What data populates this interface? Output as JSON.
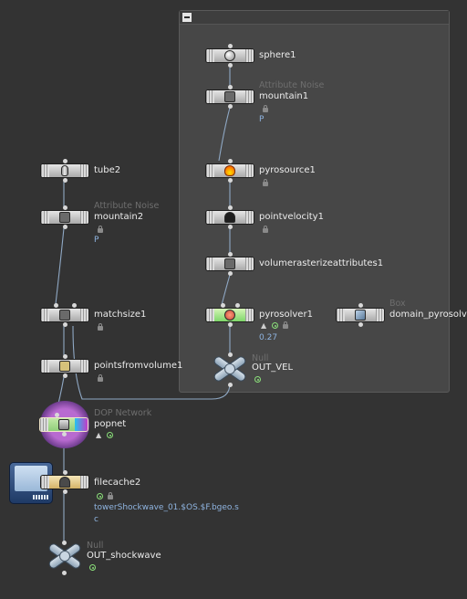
{
  "network_box": {
    "collapse_icon": "minus-icon",
    "nodes": [
      {
        "id": "sphere1",
        "name": "sphere1",
        "type": "",
        "icon": "sphere-icon"
      },
      {
        "id": "mountain1",
        "name": "mountain1",
        "type": "Attribute Noise",
        "extra": "P",
        "icon": "grid-icon"
      },
      {
        "id": "pyrosource1",
        "name": "pyrosource1",
        "type": "",
        "icon": "fire-icon"
      },
      {
        "id": "pointvelocity1",
        "name": "pointvelocity1",
        "type": "",
        "icon": "gauge-icon"
      },
      {
        "id": "volumerasterizeattributes1",
        "name": "volumerasterizeattributes1",
        "type": "",
        "icon": "gear-icon"
      },
      {
        "id": "pyrosolver1",
        "name": "pyrosolver1",
        "type": "",
        "extra": "0.27",
        "icon": "solver-icon"
      },
      {
        "id": "domain_pyrosolver",
        "name": "domain_pyrosolv",
        "type": "Box",
        "icon": "cube-icon"
      },
      {
        "id": "out_vel",
        "name": "OUT_VEL",
        "type": "Null",
        "icon": "null-icon"
      }
    ]
  },
  "main_nodes": [
    {
      "id": "tube2",
      "name": "tube2",
      "type": "",
      "icon": "tube-icon"
    },
    {
      "id": "mountain2",
      "name": "mountain2",
      "type": "Attribute Noise",
      "extra": "P",
      "icon": "grid-icon"
    },
    {
      "id": "matchsize1",
      "name": "matchsize1",
      "type": "",
      "icon": "matchsize-icon"
    },
    {
      "id": "pointsfromvolume1",
      "name": "pointsfromvolume1",
      "type": "",
      "icon": "points-icon"
    },
    {
      "id": "popnet",
      "name": "popnet",
      "type": "DOP Network",
      "icon": "pop-icon"
    },
    {
      "id": "filecache2",
      "name": "filecache2",
      "type": "",
      "extra_line1": "towerShockwave_01.$OS.$F.bgeo.s",
      "extra_line2": "c",
      "icon": "disk-icon"
    },
    {
      "id": "out_shockwave",
      "name": "OUT_shockwave",
      "type": "Null",
      "icon": "null-icon"
    }
  ],
  "colors": {
    "background": "#333333",
    "network_box": "#474747",
    "wire": "#8fa8c4",
    "node_gray": "#c8c8c8",
    "node_green": "#9be080",
    "node_tan": "#e6c88a",
    "parm_text": "#8fb4e0",
    "display_flag": "#8be07a"
  }
}
